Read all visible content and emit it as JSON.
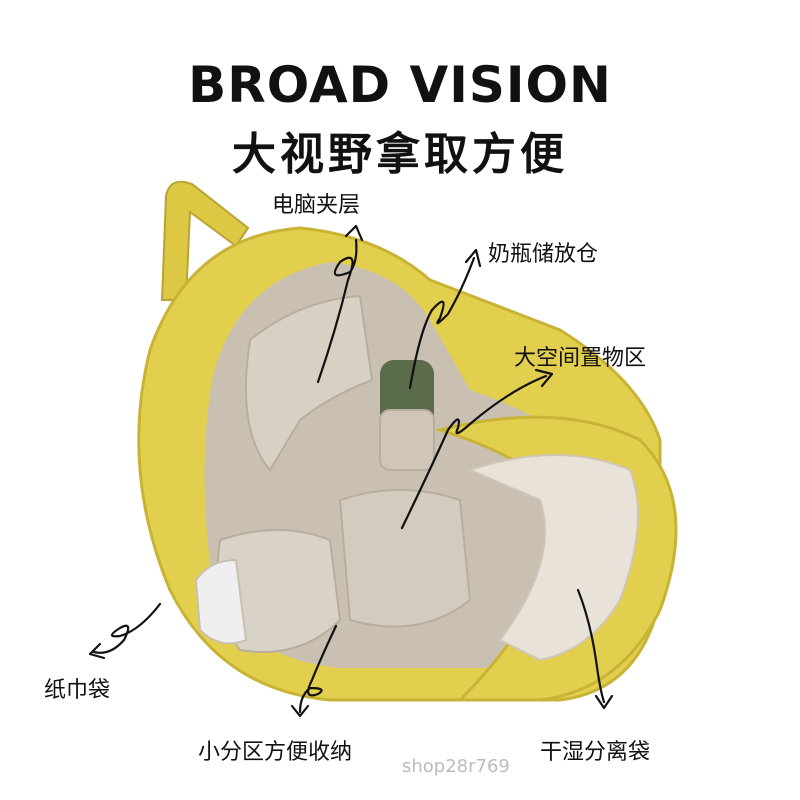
{
  "headline": {
    "en": "BROAD VISION",
    "cn": "大视野拿取方便"
  },
  "callouts": {
    "laptop_layer": "电脑夹层",
    "bottle_storage": "奶瓶储放仓",
    "main_storage": "大空间置物区",
    "tissue_pocket": "纸巾袋",
    "small_compartments": "小分区方便收纳",
    "wet_dry_pouch": "干湿分离袋"
  },
  "watermark": "shop28r769",
  "product": {
    "type": "backpack",
    "colors": {
      "shell": "#e3cf4e",
      "shell_shadow": "#c9b334",
      "lining": "#c9c0b2",
      "lining_light": "#ddd6ca",
      "bottle_print": "#5a6b4a"
    }
  }
}
